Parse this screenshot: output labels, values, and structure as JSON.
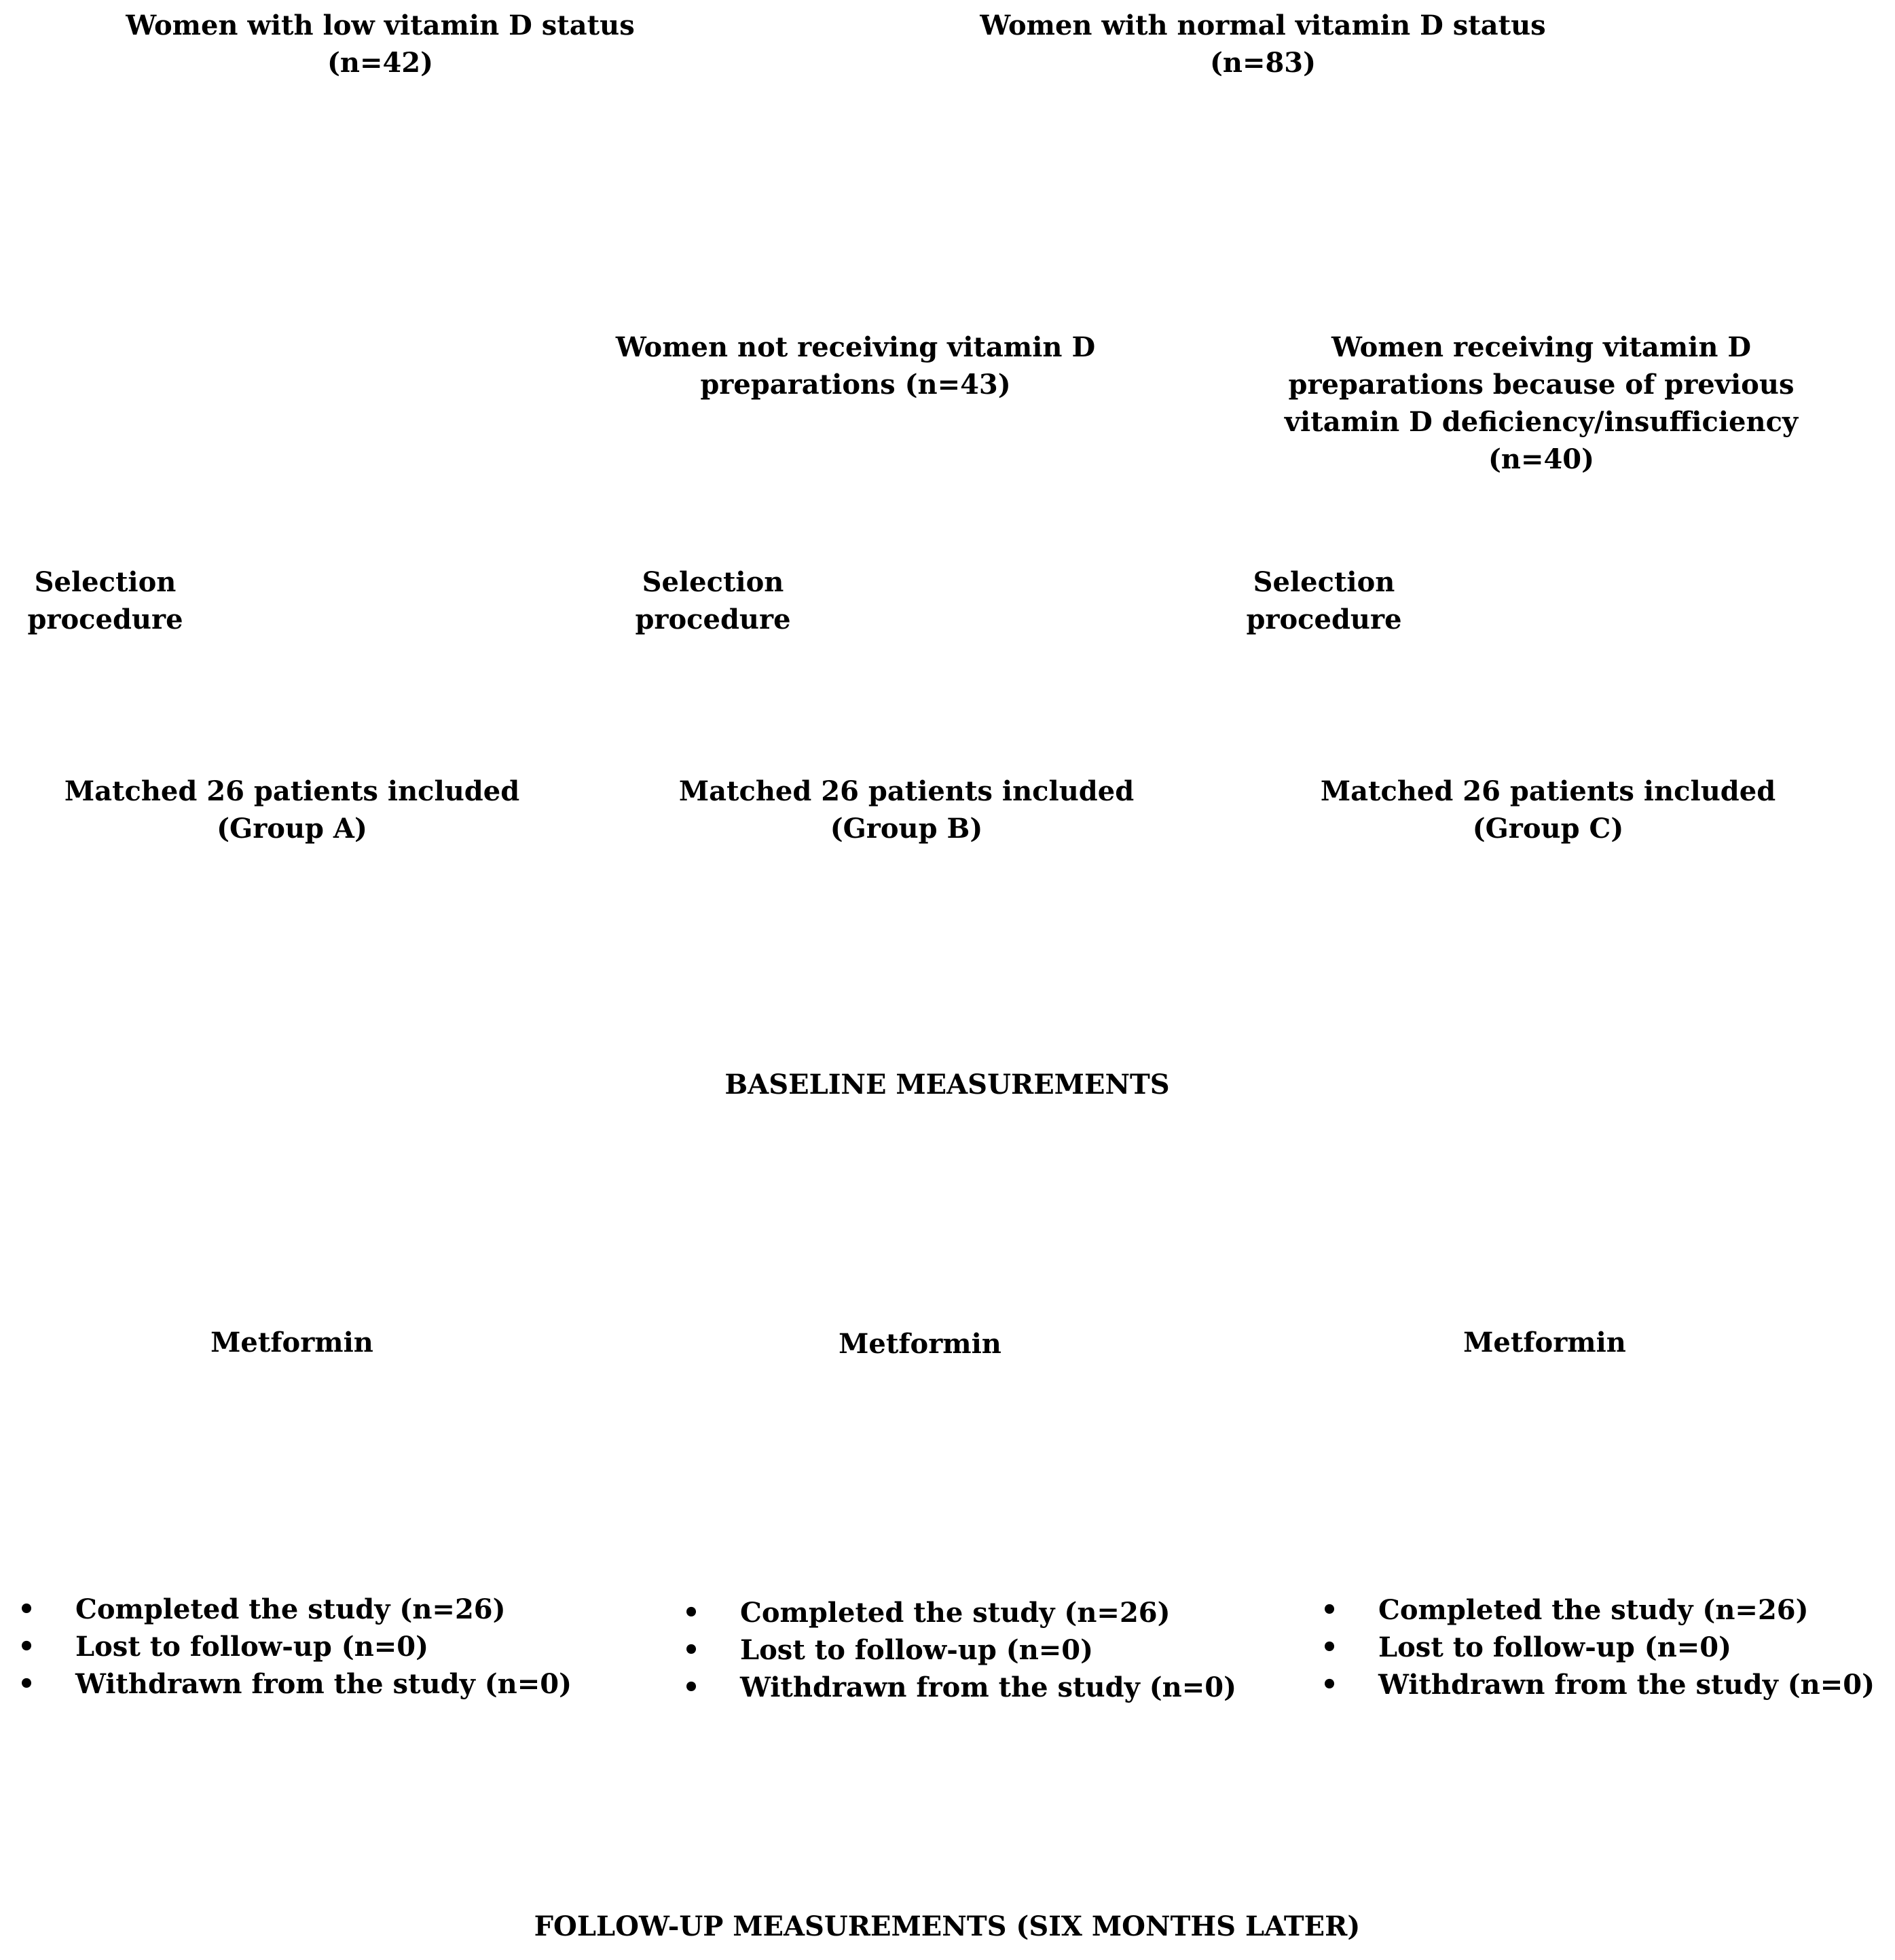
{
  "top": {
    "low": [
      "Women with low vitamin D status",
      "(n=42)"
    ],
    "normal": [
      "Women with normal vitamin D status",
      "(n=83)"
    ]
  },
  "subgroups": {
    "not_receiving": [
      "Women not receiving vitamin D",
      "preparations (n=43)"
    ],
    "receiving": [
      "Women receiving vitamin D",
      "preparations because of previous",
      "vitamin D deficiency/insufficiency",
      "(n=40)"
    ]
  },
  "selection": [
    "Selection",
    "procedure"
  ],
  "groups": [
    [
      "Matched 26 patients included",
      "(Group A)"
    ],
    [
      "Matched 26 patients included",
      "(Group B)"
    ],
    [
      "Matched 26 patients included",
      "(Group C)"
    ]
  ],
  "baseline": "BASELINE MEASUREMENTS",
  "treatment": "Metformin",
  "outcome_bullet": "•",
  "outcomes": [
    "Completed the study (n=26)",
    "Lost to follow-up (n=0)",
    "Withdrawn from the study (n=0)"
  ],
  "followup": "FOLLOW-UP MEASUREMENTS (SIX MONTHS LATER)"
}
